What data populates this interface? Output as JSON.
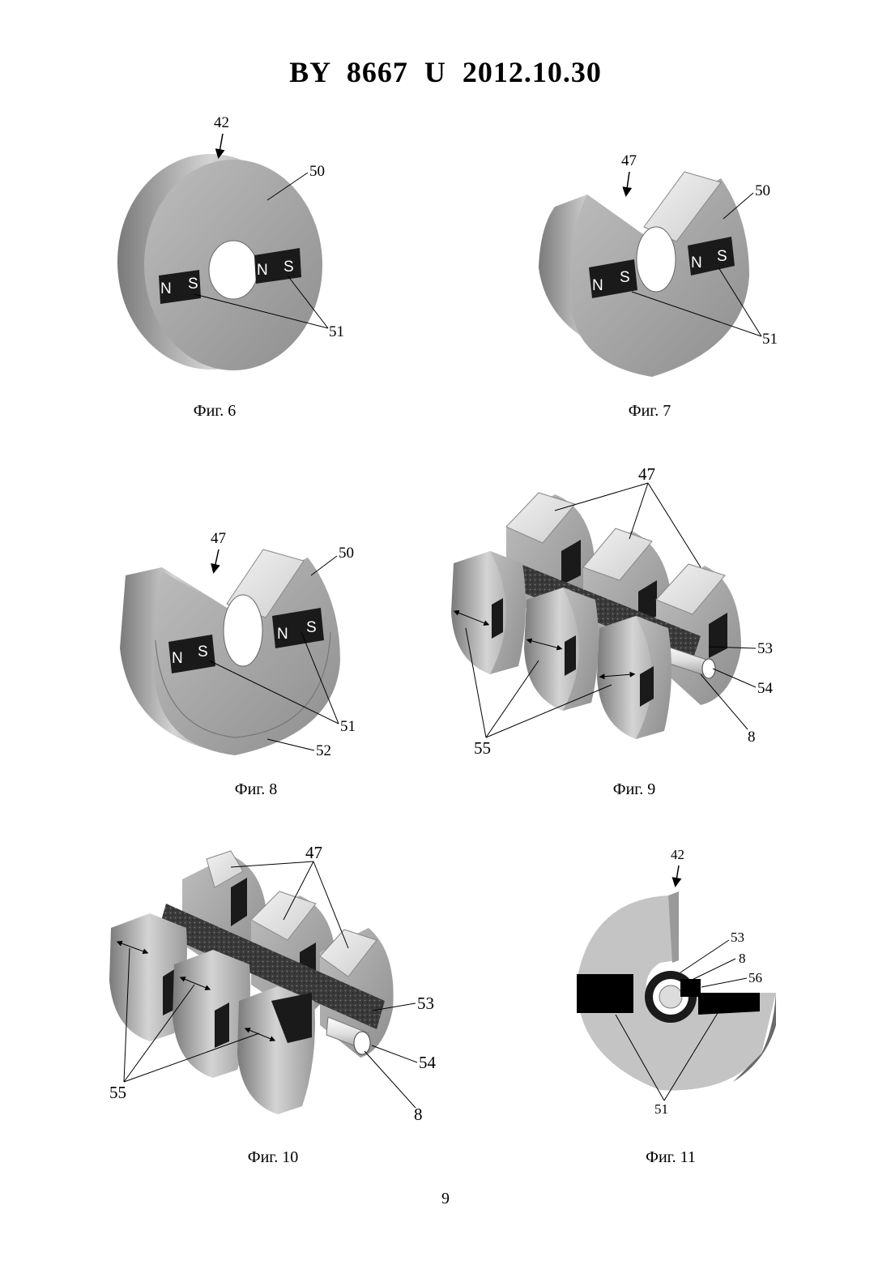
{
  "header": {
    "title": "BY  8667  U  2012.10.30"
  },
  "page_number": "9",
  "figures": [
    {
      "caption": "Фиг. 6",
      "labels": {
        "assembly": "42",
        "disc": "50",
        "magnets": "51"
      },
      "pole_n": "N",
      "pole_s": "S"
    },
    {
      "caption": "Фиг. 7",
      "labels": {
        "assembly": "47",
        "disc": "50",
        "magnets": "51"
      },
      "pole_n": "N",
      "pole_s": "S"
    },
    {
      "caption": "Фиг. 8",
      "labels": {
        "assembly": "47",
        "disc": "50",
        "magnets": "51",
        "ring": "52"
      },
      "pole_n": "N",
      "pole_s": "S"
    },
    {
      "caption": "Фиг. 9",
      "labels": {
        "assembly": "47",
        "core": "53",
        "sleeve": "54",
        "shaft": "8",
        "arrows": "55"
      }
    },
    {
      "caption": "Фиг. 10",
      "labels": {
        "assembly": "47",
        "core": "53",
        "sleeve": "54",
        "shaft": "8",
        "arrows": "55"
      }
    },
    {
      "caption": "Фиг. 11",
      "labels": {
        "assembly": "42",
        "core": "53",
        "shaft": "8",
        "insert": "56",
        "magnets": "51"
      }
    }
  ]
}
